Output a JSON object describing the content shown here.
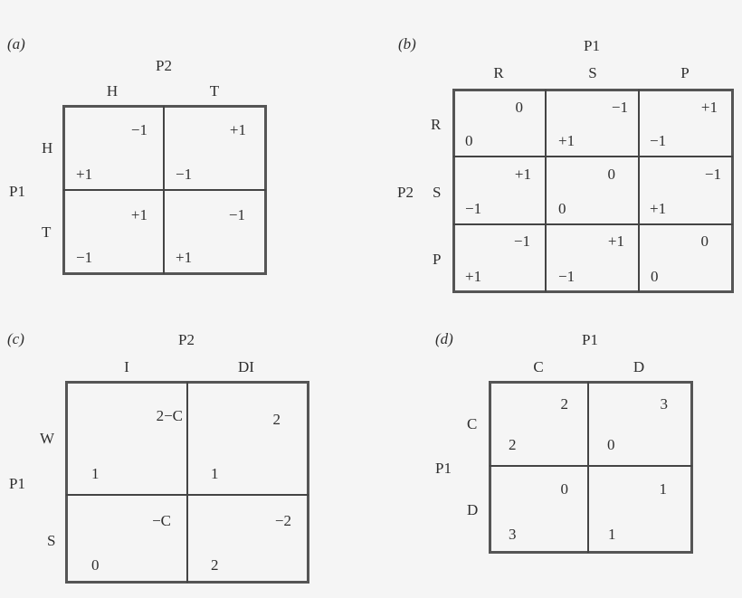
{
  "panels": {
    "a": {
      "label": "a",
      "column_player": "P2",
      "row_player": "P1",
      "columns": [
        "H",
        "T"
      ],
      "rows": [
        "H",
        "T"
      ],
      "cells": [
        [
          {
            "top_right": "−1",
            "bottom_left": "+1"
          },
          {
            "top_right": "+1",
            "bottom_left": "−1"
          }
        ],
        [
          {
            "top_right": "+1",
            "bottom_left": "−1"
          },
          {
            "top_right": "−1",
            "bottom_left": "+1"
          }
        ]
      ]
    },
    "b": {
      "label": "b",
      "column_player": "P1",
      "row_player": "P2",
      "columns": [
        "R",
        "S",
        "P"
      ],
      "rows": [
        "R",
        "S",
        "P"
      ],
      "cells": [
        [
          {
            "top_right": "0",
            "bottom_left": "0"
          },
          {
            "top_right": "−1",
            "bottom_left": "+1"
          },
          {
            "top_right": "+1",
            "bottom_left": "−1"
          }
        ],
        [
          {
            "top_right": "+1",
            "bottom_left": "−1"
          },
          {
            "top_right": "0",
            "bottom_left": "0"
          },
          {
            "top_right": "−1",
            "bottom_left": "+1"
          }
        ],
        [
          {
            "top_right": "−1",
            "bottom_left": "+1"
          },
          {
            "top_right": "+1",
            "bottom_left": "−1"
          },
          {
            "top_right": "0",
            "bottom_left": "0"
          }
        ]
      ]
    },
    "c": {
      "label": "c",
      "column_player": "P2",
      "row_player": "P1",
      "columns": [
        "I",
        "DI"
      ],
      "rows": [
        "W",
        "S"
      ],
      "cells": [
        [
          {
            "top_right": "2−C",
            "bottom_left": "1"
          },
          {
            "top_right": "2",
            "bottom_left": "1"
          }
        ],
        [
          {
            "top_right": "−C",
            "bottom_left": "0"
          },
          {
            "top_right": "−2",
            "bottom_left": "2"
          }
        ]
      ]
    },
    "d": {
      "label": "d",
      "column_player": "P1",
      "row_player": "P1",
      "columns": [
        "C",
        "D"
      ],
      "rows": [
        "C",
        "D"
      ],
      "cells": [
        [
          {
            "top_right": "2",
            "bottom_left": "2"
          },
          {
            "top_right": "3",
            "bottom_left": "0"
          }
        ],
        [
          {
            "top_right": "0",
            "bottom_left": "3"
          },
          {
            "top_right": "1",
            "bottom_left": "1"
          }
        ]
      ]
    }
  },
  "colors": {
    "background": "#f5f5f5",
    "border": "#555555",
    "text": "#2e2e2e"
  }
}
